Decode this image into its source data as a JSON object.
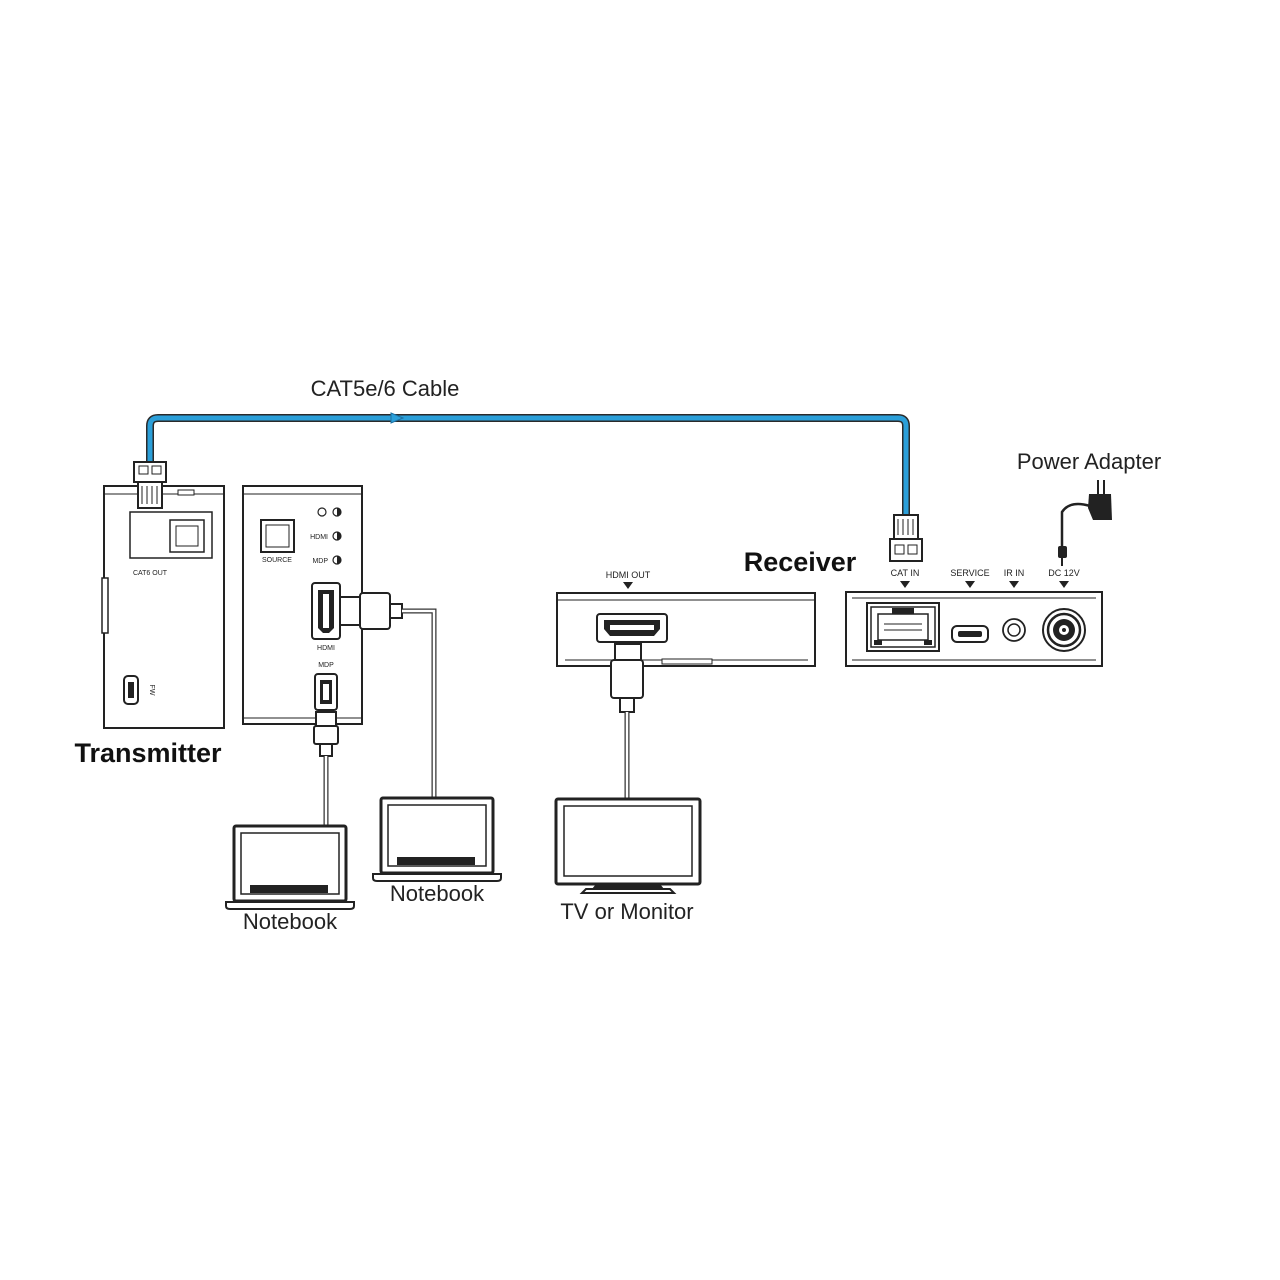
{
  "labels": {
    "cable": "CAT5e/6 Cable",
    "power_adapter": "Power Adapter",
    "receiver": "Receiver",
    "transmitter": "Transmitter",
    "notebook_left": "Notebook",
    "notebook_right": "Notebook",
    "tv_monitor": "TV or Monitor"
  },
  "transmitter": {
    "cat6_out": "CAT6 OUT",
    "fw": "FW",
    "source": "SOURCE",
    "led_hdmi": "HDMI",
    "led_mdp": "MDP",
    "port_hdmi": "HDMI",
    "port_mdp": "MDP"
  },
  "receiver": {
    "hdmi_out": "HDMI OUT",
    "cat_in": "CAT IN",
    "service": "SERVICE",
    "ir_in": "IR IN",
    "dc_12v": "DC 12V"
  },
  "colors": {
    "cat_cable": "#2b9fd9",
    "outline": "#222222"
  }
}
